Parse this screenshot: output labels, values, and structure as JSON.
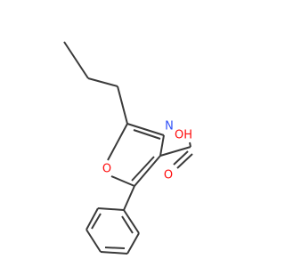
{
  "molecule": {
    "atom_labels": {
      "nitrogen": "N",
      "oxygen_ring": "O",
      "oxygen_hydroxyl": "OH",
      "oxygen_carbonyl": "O"
    },
    "colors": {
      "bond": "#3a3a3a",
      "nitrogen": "#3050f8",
      "oxygen": "#ff0d0d"
    }
  }
}
